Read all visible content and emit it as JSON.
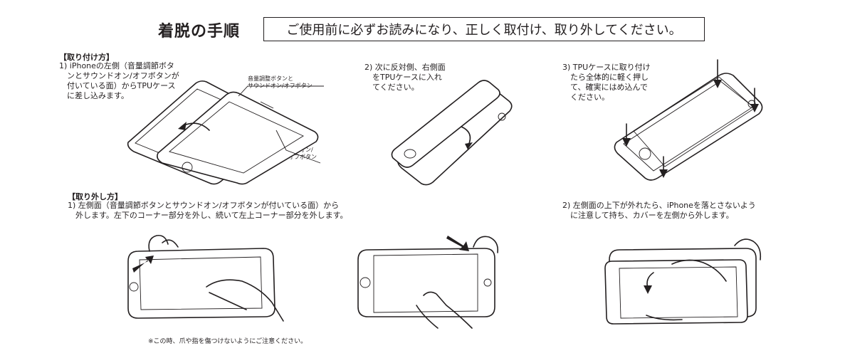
{
  "header": {
    "title": "着脱の手順",
    "notice": "ご使用前に必ずお読みになり、正しく取付け、取り外してください。"
  },
  "attach": {
    "heading": "【取り付け方】",
    "step1": "1) iPhoneの左側（音量調節ボタ\n　ンとサウンドオン/オフボタンが\n　付いている面）からTPUケース\n　に差し込みます。",
    "label_volume": "音量調整ボタンと\nサウンドオン/オフボタン",
    "label_power": "電源オン/\nオフボタン",
    "step2": "2) 次に反対側、右側面\n　をTPUケースに入れ\n　てください。",
    "step3": "3) TPUケースに取り付け\n　たら全体的に軽く押し\n　て、確実にはめ込んで\n　ください。"
  },
  "remove": {
    "heading": "【取り外し方】",
    "step1": "1) 左側面（音量調節ボタンとサウンドオン/オフボタンが付いている面）から\n　外します。左下のコーナー部分を外し、続いて左上コーナー部分を外します。",
    "step2": "2) 左側面の上下が外れたら、iPhoneを落とさないよう\n　に注意して持ち、カバーを左側から外します。",
    "caution": "※この時、爪や指を傷つけないようにご注意ください。"
  }
}
